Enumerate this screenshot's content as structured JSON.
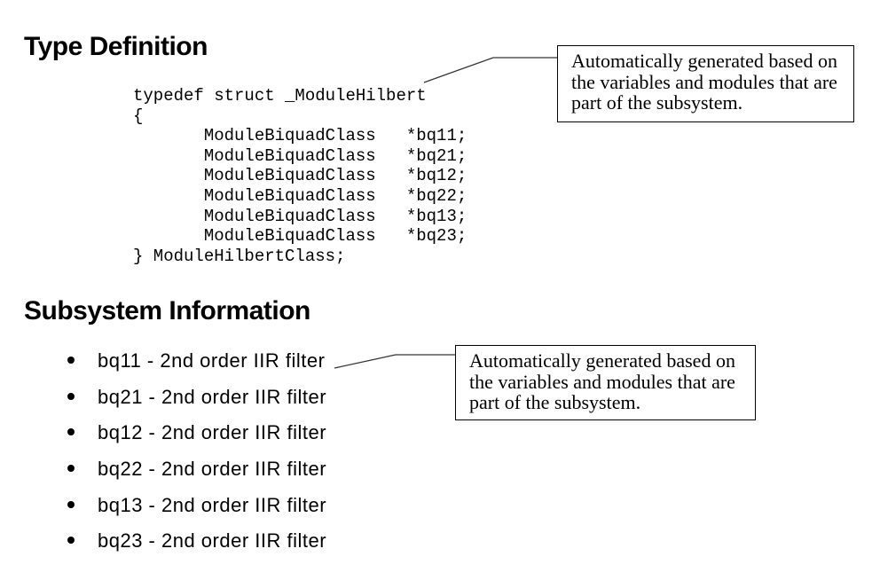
{
  "colors": {
    "background": "#ffffff",
    "text": "#000000",
    "box_border": "#000000",
    "leader_line": "#333333"
  },
  "type_definition": {
    "heading": "Type Definition",
    "code_lines": [
      "typedef struct _ModuleHilbert",
      "{",
      "       ModuleBiquadClass   *bq11;",
      "       ModuleBiquadClass   *bq21;",
      "       ModuleBiquadClass   *bq12;",
      "       ModuleBiquadClass   *bq22;",
      "       ModuleBiquadClass   *bq13;",
      "       ModuleBiquadClass   *bq23;",
      "} ModuleHilbertClass;"
    ]
  },
  "subsystem_information": {
    "heading": "Subsystem Information",
    "bullets": [
      "bq11 - 2nd order IIR filter",
      "bq21 - 2nd order IIR filter",
      "bq12 - 2nd order IIR filter",
      "bq22 - 2nd order IIR filter",
      "bq13 - 2nd order IIR filter",
      "bq23 - 2nd order IIR filter"
    ]
  },
  "callouts": {
    "code_note": {
      "lines": [
        "Automatically generated based on",
        "the variables and modules that are",
        "part of the subsystem."
      ]
    },
    "subsystem_note": {
      "lines": [
        "Automatically generated based on",
        "the variables and modules that are",
        "part of the subsystem."
      ]
    }
  }
}
